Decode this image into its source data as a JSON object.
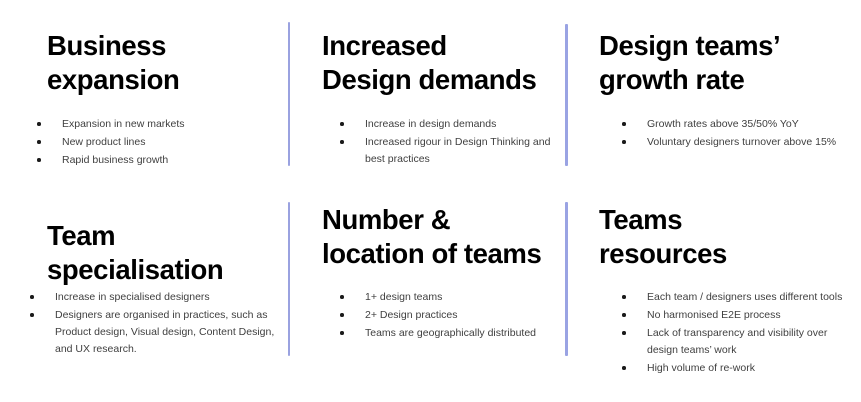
{
  "slide": {
    "background_color": "#ffffff",
    "divider_color": "#9aa2e0",
    "heading_color": "#000000",
    "bullet_text_color": "#3f3f3f",
    "bullet_marker_color": "#1a1a1a"
  },
  "panels": [
    {
      "id": "business-expansion",
      "heading": "Business\nexpansion",
      "bullets": [
        "Expansion in new markets",
        "New product lines",
        "Rapid business growth"
      ]
    },
    {
      "id": "increased-design-demands",
      "heading": "Increased\nDesign demands",
      "bullets": [
        "Increase in design demands",
        "Increased rigour in Design Thinking and best practices"
      ]
    },
    {
      "id": "design-teams-growth-rate",
      "heading": "Design teams’\ngrowth rate",
      "bullets": [
        "Growth rates above 35/50% YoY",
        "Voluntary designers turnover above 15%"
      ]
    },
    {
      "id": "team-specialisation",
      "heading": "Team\nspecialisation",
      "bullets": [
        "Increase in specialised designers",
        "Designers are organised in practices, such as Product design, Visual design, Content Design, and UX research."
      ]
    },
    {
      "id": "number-and-location-of-teams",
      "heading": "Number &\nlocation of teams",
      "bullets": [
        "1+ design teams",
        "2+ Design practices",
        "Teams are geographically distributed"
      ]
    },
    {
      "id": "teams-resources",
      "heading": "Teams\nresources",
      "bullets": [
        "Each team / designers uses different tools",
        "No harmonised E2E process",
        "Lack of transparency and visibility over design teams’ work",
        "High volume of re-work"
      ]
    }
  ]
}
